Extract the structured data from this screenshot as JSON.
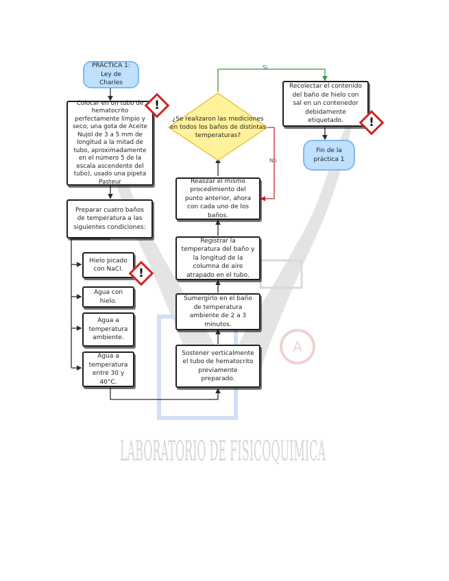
{
  "watermark": {
    "text": "LABORATORIO DE FISICOQUIMICA",
    "meter_label": "A"
  },
  "colors": {
    "yes_arrow": "#2e9a3a",
    "no_arrow": "#d42020",
    "decision": "#fff29a",
    "terminal": "#bfe0ff",
    "hazard": "#d42020"
  },
  "flow": {
    "start": "PRÁCTICA 1: Ley de Charles",
    "step1": "Colocar en un tubo de hematocrito perfectamente limpio y seco, una gota de Aceite Nujol de 3 a 5 mm de longitud a la mitad de tubo, aproximadamente en el número 5 de la escala ascendente del tubo), usado una pipeta Pasteur",
    "step2": "Preparar cuatro baños de temperatura a las siguientes condiciones:",
    "bath1": "Hielo picado con NaCl.",
    "bath2": "Agua con hielo.",
    "bath3": "Agua a temperatura ambiente.",
    "bath4": "Agua a temperatura entre 30 y 40°C.",
    "step3": "Sostener verticalmente el tubo de hematocrito previamente preparado.",
    "step4": "Sumergirlo en el baño de temperatura ambiente de 2 a 3 minutos.",
    "step5": "Registrar la temperatura del baño y la longitud de la columna de aire atrapado en el tubo.",
    "step6": "Realizar el mismo procedimiento del punto anterior, ahora con cada uno de los baños.",
    "decision": "¿Se realizaron las mediciones en todos los baños de distintas temperaturas?",
    "yes_label": "Si",
    "no_label": "No",
    "step7": "Recolectar el contenido del baño de hielo con sal en un contenedor debidamente etiquetado.",
    "end": "Fin de la práctica 1"
  },
  "hazard_icon": "hazard-exclamation-icon",
  "hazard_mark": "!"
}
